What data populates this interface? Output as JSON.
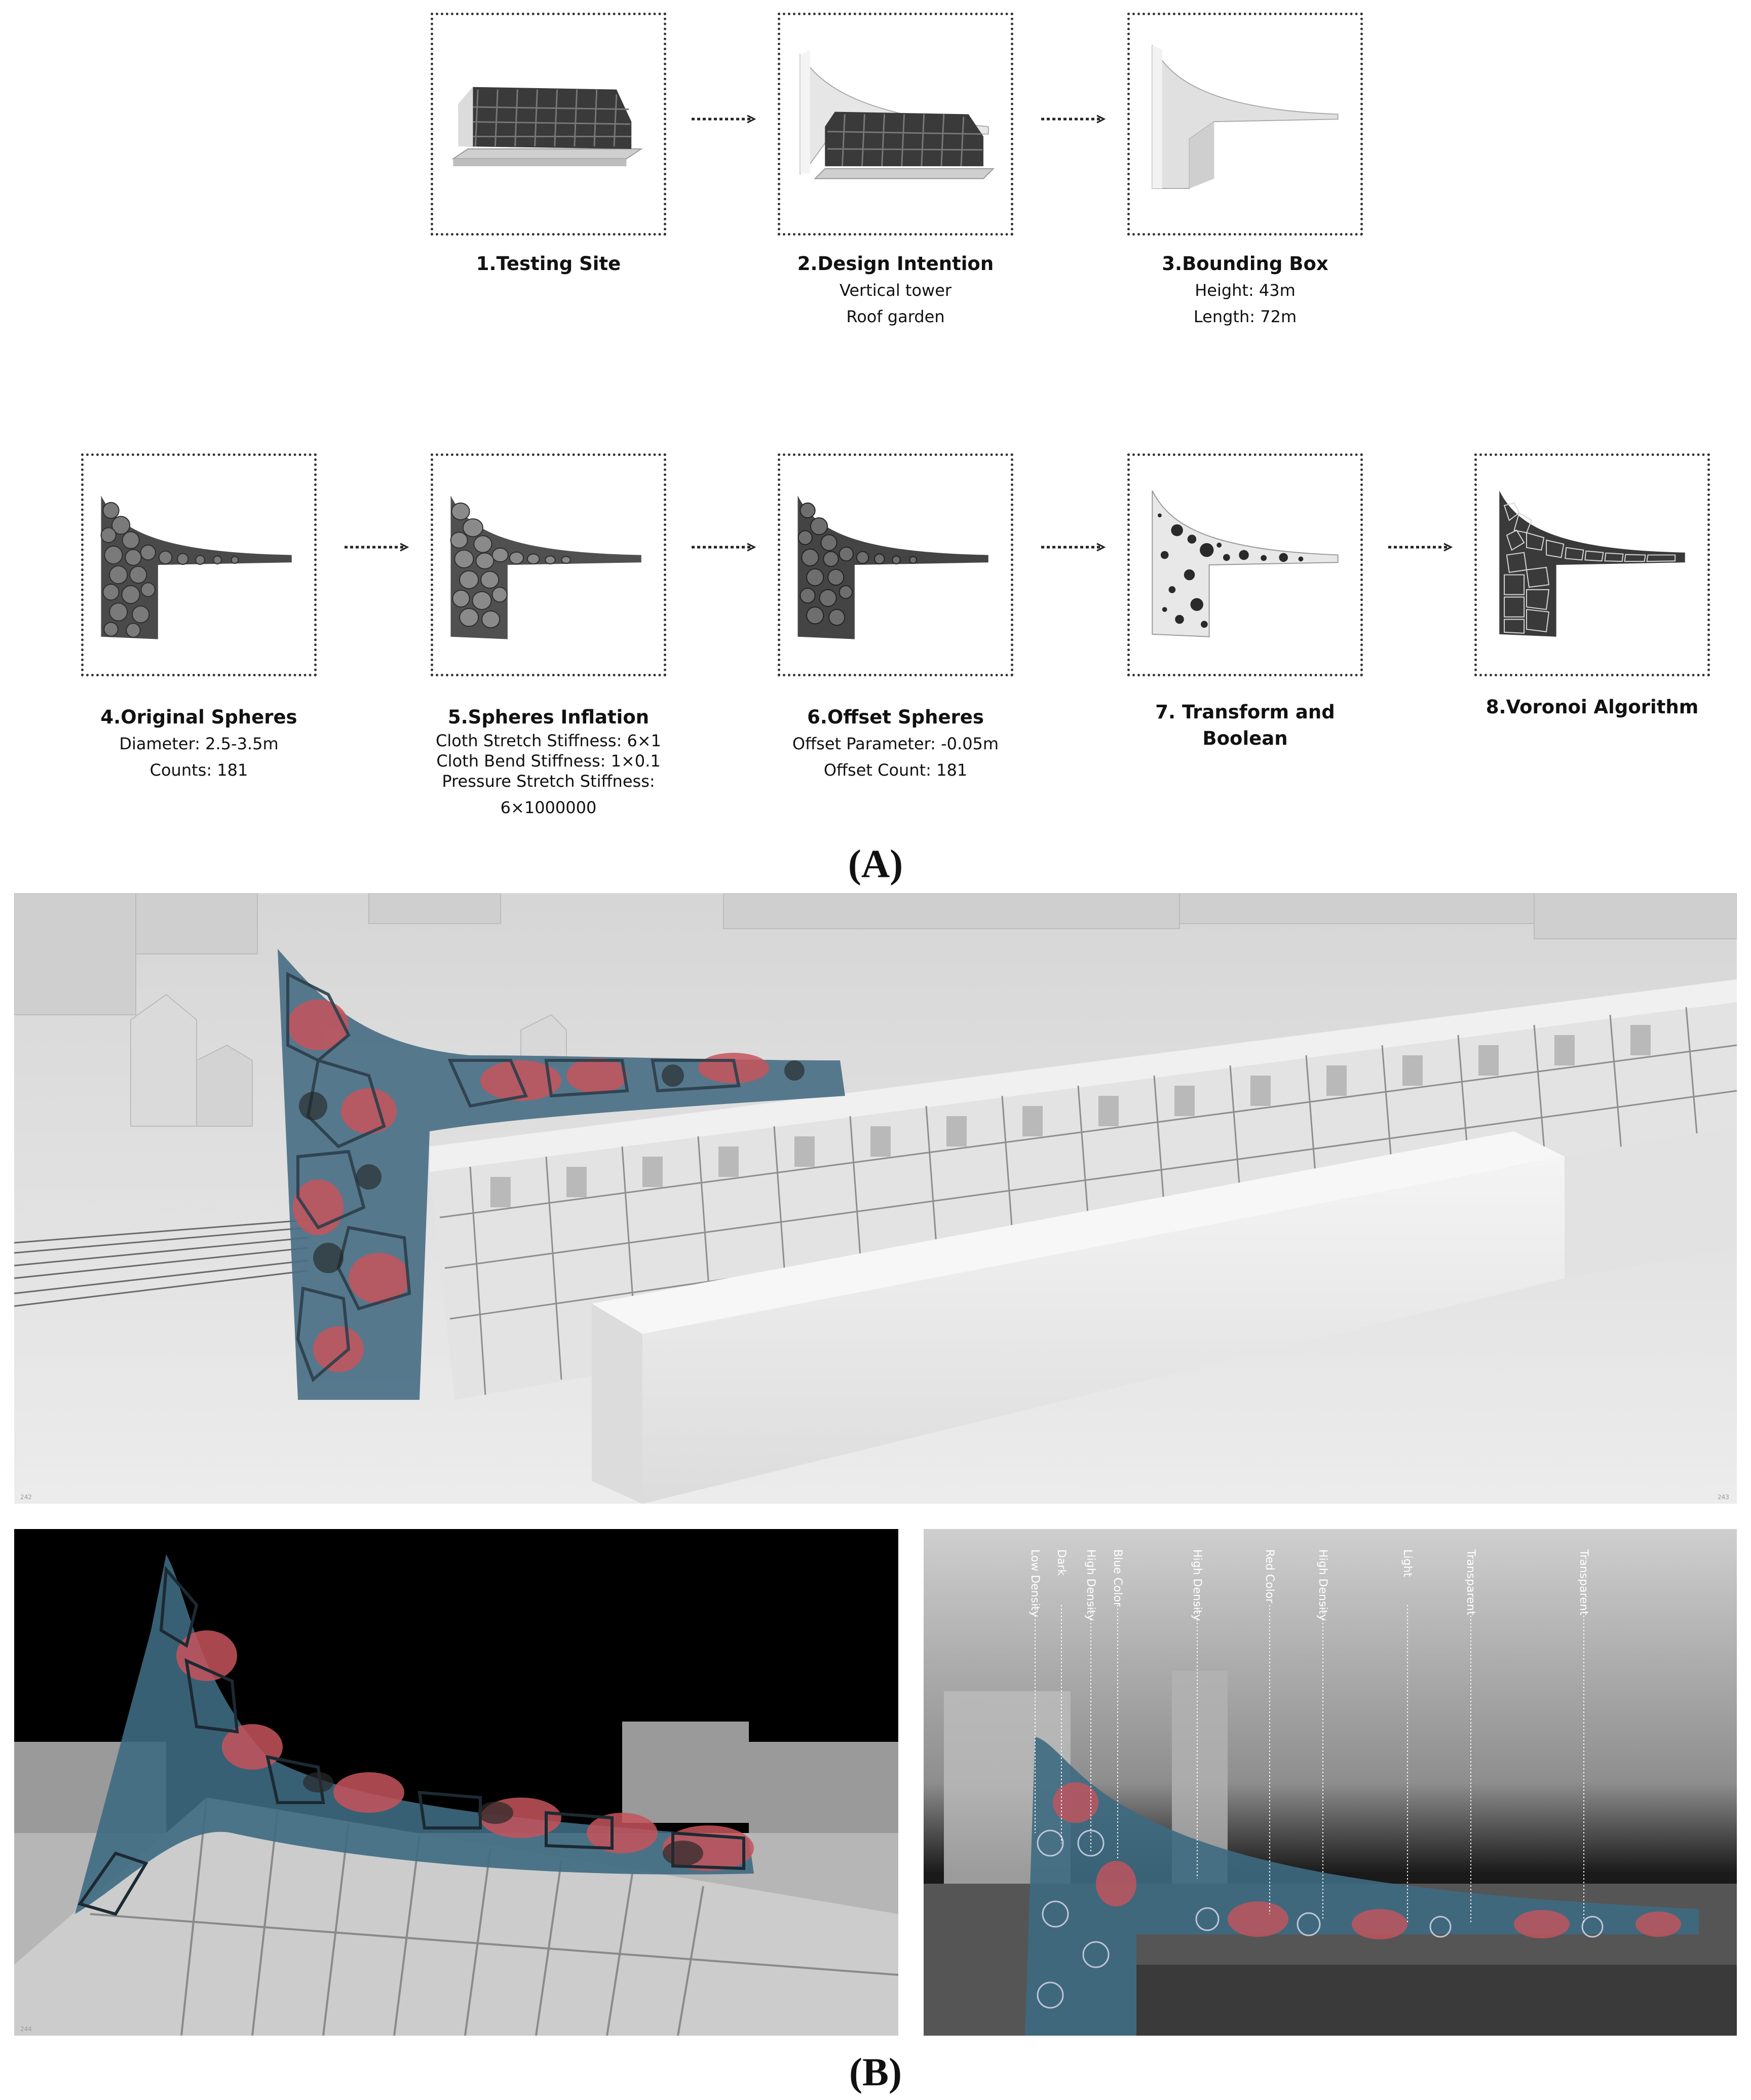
{
  "panel_a": {
    "label": "(A)",
    "steps": [
      {
        "title": "1.Testing Site",
        "lines": []
      },
      {
        "title": "2.Design Intention",
        "lines": [
          "Vertical tower",
          "Roof garden"
        ]
      },
      {
        "title": "3.Bounding Box",
        "lines": [
          "Height: 43m",
          "Length: 72m"
        ]
      },
      {
        "title": "4.Original Spheres",
        "lines": [
          "Diameter: 2.5-3.5m",
          "Counts: 181"
        ]
      },
      {
        "title": "5.Spheres Inflation",
        "lines": [
          "Cloth Stretch Stiffness: 6×1",
          "Cloth Bend Stiffness: 1×0.1",
          "Pressure Stretch Stiffness:",
          "6×1000000"
        ]
      },
      {
        "title": "6.Offset Spheres",
        "lines": [
          "Offset Parameter: -0.05m",
          "Offset Count: 181"
        ]
      },
      {
        "title": "7. Transform and Boolean",
        "lines": []
      },
      {
        "title": "8.Voronoi Algorithm",
        "lines": []
      }
    ]
  },
  "panel_b": {
    "label": "(B)",
    "annotations": [
      "Low Density",
      "Dark",
      "High Density",
      "Blue Color",
      "High Density",
      "Red Color",
      "High Density",
      "Light",
      "Transparent",
      "Transparent"
    ],
    "page_numbers": [
      "242",
      "243",
      "244"
    ]
  },
  "colors": {
    "blue": "#3e6a82",
    "red": "#c6545c",
    "background_dark": "#000000",
    "model_grey": "#d9d9d9"
  }
}
